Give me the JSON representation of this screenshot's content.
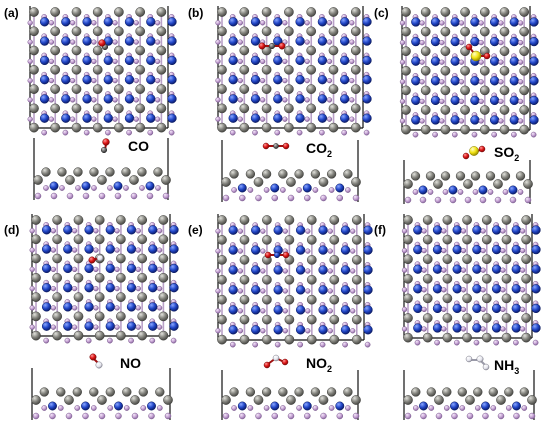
{
  "figure": {
    "colors": {
      "metal_atom": "#7f7f79",
      "nitrogen_atom": "#1f3fbf",
      "boron_atom": "#c8a6d6",
      "oxygen_atom": "#e01818",
      "carbon_atom": "#6e6e6e",
      "sulfur_atom": "#f2e313",
      "hydrogen_atom": "#ffffff",
      "cell_line": "#111111"
    },
    "panels": [
      {
        "letter": "(a)",
        "molecule": "CO",
        "label_main": "CO",
        "label_sub": ""
      },
      {
        "letter": "(b)",
        "molecule": "CO2",
        "label_main": "CO",
        "label_sub": "2"
      },
      {
        "letter": "(c)",
        "molecule": "SO2",
        "label_main": "SO",
        "label_sub": "2"
      },
      {
        "letter": "(d)",
        "molecule": "NO",
        "label_main": "NO",
        "label_sub": ""
      },
      {
        "letter": "(e)",
        "molecule": "NO2",
        "label_main": "NO",
        "label_sub": "2"
      },
      {
        "letter": "(f)",
        "molecule": "NH3",
        "label_main": "NH",
        "label_sub": "3"
      }
    ]
  }
}
